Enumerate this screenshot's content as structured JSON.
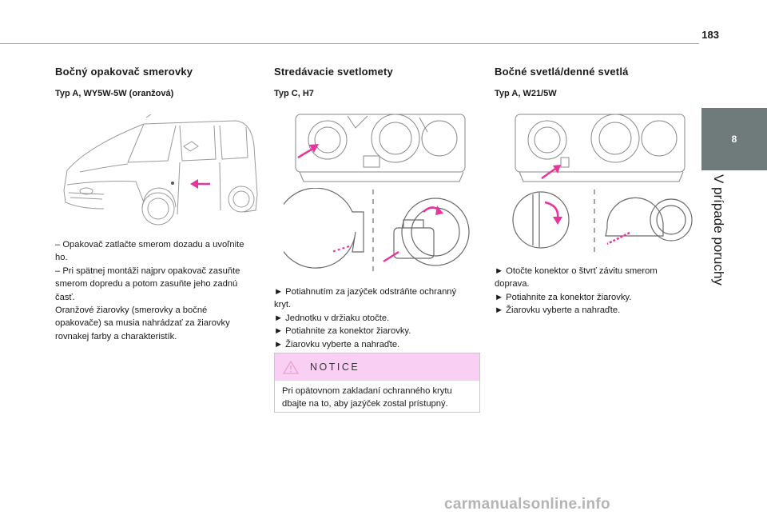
{
  "page_number": "183",
  "side_tab": {
    "chapter": "8",
    "label": "V prípade poruchy"
  },
  "col1": {
    "heading": "Bočný opakovač smerovky",
    "subheading": "Typ A, WY5W-5W (oranžová)",
    "lines": [
      "– Opakovač zatlačte smerom dozadu a uvoľnite",
      "ho.",
      "– Pri spätnej montáži najprv opakovač zasuňte",
      "smerom dopredu a potom zasuňte jeho zadnú",
      "časť.",
      "Oranžové žiarovky (smerovky a bočné",
      "opakovače) sa musia nahrádzať za žiarovky",
      "rovnakej farby a charakteristík."
    ]
  },
  "col2": {
    "heading": "Stredávacie svetlomety",
    "subheading": "Typ C, H7",
    "lines": [
      "► Potiahnutím za jazýček odstráňte ochranný",
      "kryt.",
      "► Jednotku v držiaku otočte.",
      "► Potiahnite za konektor žiarovky.",
      "► Žiarovku vyberte a nahraďte."
    ],
    "notice_title": "NOTICE",
    "notice_lines": [
      "Pri opätovnom zakladaní ochranného krytu",
      "dbajte na to, aby jazýček zostal prístupný."
    ]
  },
  "col3": {
    "heading": "Bočné svetlá/denné svetlá",
    "subheading": "Typ A, W21/5W",
    "lines": [
      "► Otočte konektor o štvrť závitu smerom",
      "doprava.",
      "► Potiahnite za konektor žiarovky.",
      "► Žiarovku vyberte a nahraďte."
    ]
  },
  "watermark": "carmanualsonline.info",
  "colors": {
    "arrow": "#e8359c",
    "tab": "#6f7b7b",
    "notice": "#f9d0f4",
    "warning": "#e7a0d6"
  }
}
